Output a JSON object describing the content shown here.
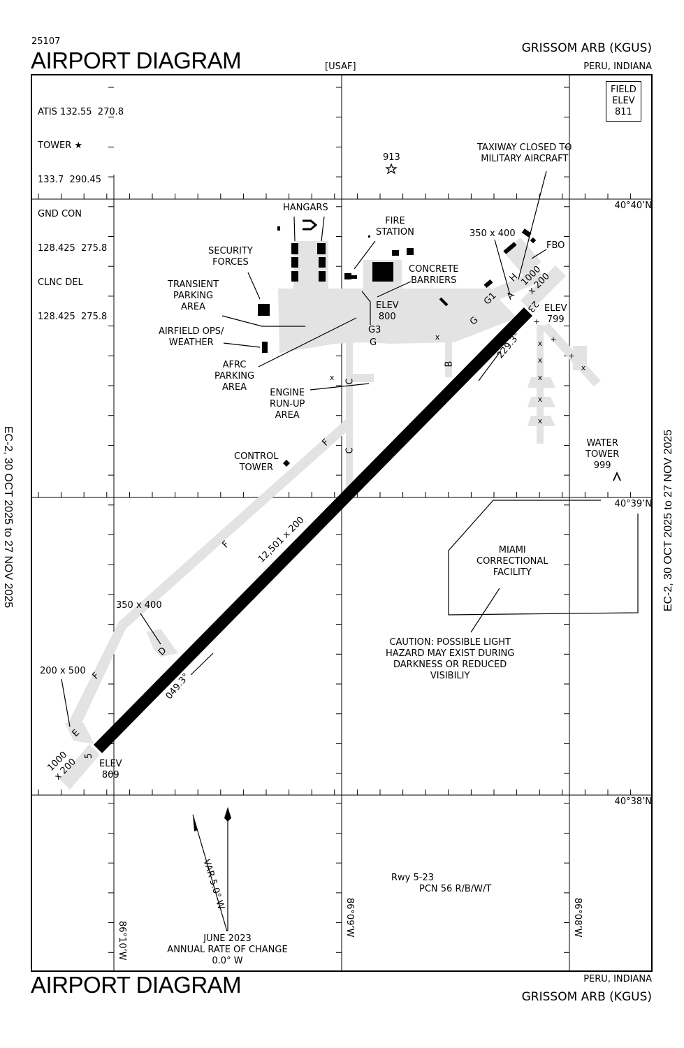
{
  "header": {
    "chart_number": "25107",
    "title": "AIRPORT DIAGRAM",
    "operator": "[USAF]",
    "airport_name": "GRISSOM ARB  (KGUS)",
    "location": "PERU, INDIANA"
  },
  "footer": {
    "title": "AIRPORT DIAGRAM",
    "location": "PERU, INDIANA",
    "airport_name": "GRISSOM ARB  (KGUS)"
  },
  "side_margin": {
    "left": "EC-2,  30 OCT 2025  to  27 NOV 2025",
    "right": "EC-2,  30 OCT 2025  to  27 NOV 2025"
  },
  "frequencies": [
    "ATIS 132.55  270.8",
    "TOWER ★",
    "133.7  290.45",
    "GND CON",
    "128.425  275.8",
    "CLNC DEL",
    "128.425  275.8"
  ],
  "field_elevation": {
    "line1": "FIELD",
    "line2": "ELEV",
    "value": "811"
  },
  "coordinates": {
    "lat_top": "40°40’N",
    "lat_mid": "40°39’N",
    "lat_bottom": "40°38’N",
    "lon_left": "86°10’W",
    "lon_mid": "86°09’W",
    "lon_right": "86°08’W"
  },
  "runway": {
    "designator_sw": "5",
    "designator_ne": "23",
    "dimensions": "12,501 x 200",
    "heading_ne": "049.3°",
    "heading_sw": "229.3°",
    "elev_sw_label": "ELEV",
    "elev_sw": "809",
    "elev_ne_label": "ELEV",
    "elev_ne": "799",
    "overrun_sw": [
      "1000",
      "x 200"
    ],
    "overrun_ne": [
      "1000",
      "x 200"
    ],
    "pcn_rwy": "Rwy 5-23",
    "pcn": "PCN 56 R/B/W/T"
  },
  "taxiways": {
    "A": "A",
    "B": "B",
    "C": "C",
    "D": "D",
    "E": "E",
    "F": "F",
    "G": "G",
    "G1": "G1",
    "G3": "G3",
    "H": "H"
  },
  "labels": {
    "hangars": "HANGARS",
    "fire_station": [
      "FIRE",
      "STATION"
    ],
    "security_forces": [
      "SECURITY",
      "FORCES"
    ],
    "transient_parking": [
      "TRANSIENT",
      "PARKING",
      "AREA"
    ],
    "concrete_barriers": [
      "CONCRETE",
      "BARRIERS"
    ],
    "apron_elev": [
      "ELEV",
      "800"
    ],
    "airfield_ops": [
      "AIRFIELD OPS/",
      "WEATHER"
    ],
    "afrc_parking": [
      "AFRC",
      "PARKING",
      "AREA"
    ],
    "engine_runup": [
      "ENGINE",
      "RUN-UP",
      "AREA"
    ],
    "control_tower": [
      "CONTROL",
      "TOWER"
    ],
    "taxiway_closed": [
      "TAXIWAY CLOSED TO",
      "MILITARY AIRCRAFT"
    ],
    "pad_ne": "350 x 400",
    "fbo": "FBO",
    "obstacle_913": "913",
    "water_tower": [
      "WATER",
      "TOWER",
      "999"
    ],
    "miami_facility": [
      "MIAMI",
      "CORRECTIONAL",
      "FACILITY"
    ],
    "caution": [
      "CAUTION: POSSIBLE LIGHT",
      "HAZARD MAY EXIST DURING",
      "DARKNESS OR REDUCED",
      "VISIBILIY"
    ],
    "pad_d": "350 x 400",
    "pad_e": "200 x 500"
  },
  "magnetic": {
    "variation": "VAR 5.0° W",
    "date": "JUNE 2023",
    "rate_label": "ANNUAL RATE OF CHANGE",
    "rate": "0.0° W"
  }
}
